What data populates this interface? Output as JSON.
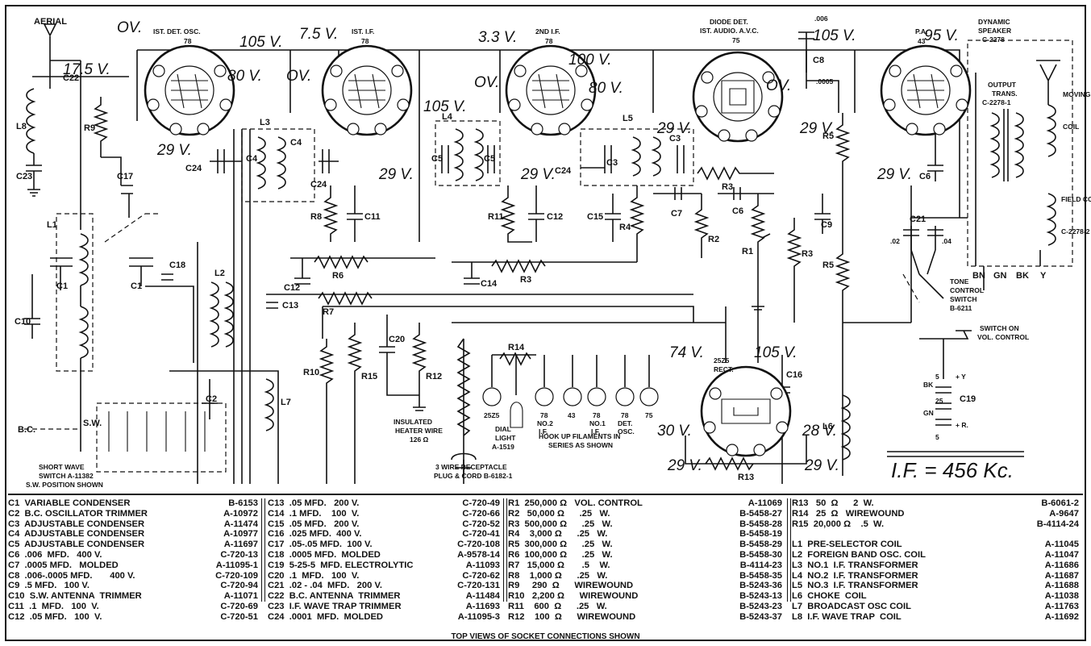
{
  "labels": {
    "aerial": "AERIAL",
    "c22": "C22",
    "l8": "L8",
    "c23": "C23",
    "r9": "R9",
    "c17": "C17",
    "l1": "L1",
    "c1a": "C1",
    "c1b": "C1",
    "c18": "C18",
    "c10": "C10",
    "l2": "L2",
    "c2": "C2",
    "l7": "L7",
    "c24a": "C24",
    "l3": "L3",
    "c4a": "C4",
    "c4b": "C4",
    "c24b": "C24",
    "r8": "R8",
    "c11": "C11",
    "c12": "C12",
    "c13": "C13",
    "r6": "R6",
    "r7": "R7",
    "r10": "R10",
    "r15": "R15",
    "c20": "C20",
    "r12": "R12",
    "l4": "L4",
    "c5a": "C5",
    "c5b": "C5",
    "r11": "R11",
    "c12b": "C12",
    "c14": "C14",
    "r3a": "R3",
    "l5": "L5",
    "c3a": "C3",
    "c3b": "C3",
    "c24c": "C24",
    "r3b": "R3",
    "c15": "C15",
    "r4": "R4",
    "c7": "C7",
    "r2": "R2",
    "c6": "C6",
    "r1": "R1",
    "c8": "C8",
    "c8v1": ".006",
    "c8v2": ".0005",
    "r5a": "R5",
    "c9": "C9",
    "r3c": "R3",
    "r5b": "R5",
    "c6b": "C6",
    "c21": "C21",
    "c21v1": ".02",
    "c21v2": ".04",
    "l6": "L6",
    "c16": "C16",
    "r13": "R13",
    "r14": "R14",
    "c19": "C19",
    "bc": "B.C.",
    "sw": "S.W.",
    "tube1": "IST. DET. OSC.",
    "tube1n": "78",
    "tube2": "IST. I.F.",
    "tube2n": "78",
    "tube3": "2ND I.F.",
    "tube3n": "78",
    "tube4a": "DIODE DET.",
    "tube4b": "IST. AUDIO. A.V.C.",
    "tube4n": "75",
    "tube5": "P.A.",
    "tube5n": "43",
    "rect": "25Z5",
    "rect2": "RECT.",
    "speaker1": "DYNAMIC",
    "speaker2": "SPEAKER",
    "speaker3": "C-2278",
    "otrans1": "OUTPUT",
    "otrans2": "TRANS.",
    "otrans3": "C-2278-1",
    "moving": "MOVING",
    "coil": "COIL",
    "field1": "FIELD COIL",
    "field2": "C-2278-2",
    "bn": "BN",
    "gn": "GN",
    "bk": "BK",
    "y": "Y",
    "tone1": "TONE",
    "tone2": "CONTROL",
    "tone3": "SWITCH",
    "tone4": "B-6211",
    "swon1": "SWITCH ON",
    "swon2": "VOL. CONTROL",
    "swsw1": "SHORT WAVE",
    "swsw2": "SWITCH A-11382",
    "swsw3": "S.W. POSITION SHOWN",
    "heat1": "INSULATED",
    "heat2": "HEATER WIRE",
    "heat3": "126 Ω",
    "rcpt1": "3 WIRE RECEPTACLE",
    "rcpt2": "PLUG & CORD B-6182-1",
    "dial1": "DIAL",
    "dial2": "LIGHT",
    "dial3": "A-1519",
    "hook1": "HOOK UP FILAMENTS IN",
    "hook2": "SERIES AS SHOWN",
    "fil1": "25Z5",
    "fil2a": "78",
    "fil2b": "NO.2",
    "fil2c": "I.F.",
    "fil3": "43",
    "fil4a": "78",
    "fil4b": "NO.1",
    "fil4c": "I.F.",
    "fil5a": "78",
    "fil5b": "DET.",
    "fil5c": "OSC.",
    "fil6": "75",
    "c19bk": "BK",
    "c19gn": "GN",
    "c19y": "+ Y",
    "c19r": "+ R.",
    "c19s1": "5",
    "c19s2": "25",
    "c19s3": "5",
    "if": "I.F. = 456 Kc."
  },
  "voltages": {
    "v_ov1": "OV.",
    "v_175": "17.5 V.",
    "v_105a": "105 V.",
    "v_80a": "80 V.",
    "v_29a": "29 V.",
    "v_75": "7.5 V.",
    "v_ov2": "OV.",
    "v_29b": "29 V.",
    "v_33": "3.3 V.",
    "v_105b": "105 V.",
    "v_ov3": "OV.",
    "v_100": "100 V.",
    "v_80b": "80 V.",
    "v_29c": "29 V.",
    "v_ov4": "OV.",
    "v_29d": "29 V.",
    "v_29e": "29 V.",
    "v_105c": "105 V.",
    "v_95": "95 V.",
    "v_29f": "29 V.",
    "v_74": "74 V.",
    "v_105d": "105 V.",
    "v_30": "30 V.",
    "v_28": "28 V.",
    "v_29g": "29 V.",
    "v_29h": "29 V."
  },
  "parts": {
    "col1": [
      "C1  VARIABLE CONDENSER",
      "C2  B.C. OSCILLATOR TRIMMER",
      "C3  ADJUSTABLE CONDENSER",
      "C4  ADJUSTABLE CONDENSER",
      "C5  ADJUSTABLE CONDENSER",
      "C6  .006  MFD.   400 V.",
      "C7  .0005 MFD.   MOLDED",
      "C8  .006-.0005 MFD.       400 V.",
      "C9  .5 MFD.   100 V.",
      "C10  S.W. ANTENNA  TRIMMER",
      "C11  .1  MFD.   100  V.",
      "C12  .05 MFD.   100  V."
    ],
    "col1n": [
      "B-6153",
      "A-10972",
      "A-11474",
      "A-10977",
      "A-11697",
      "C-720-13",
      "A-11095-1",
      "C-720-109",
      "C-720-94",
      "A-11071",
      "C-720-69",
      "C-720-51"
    ],
    "col2": [
      "C13  .05 MFD.   200 V.",
      "C14  .1 MFD.    100  V.",
      "C15  .05 MFD.   200 V.",
      "C16  .025 MFD.  400 V.",
      "C17  .05-.05 MFD.  100 V.",
      "C18  .0005 MFD.  MOLDED",
      "C19  5-25-5  MFD. ELECTROLYTIC",
      "C20  .1  MFD.   100  V.",
      "C21  .02 - .04  MFD.   200 V.",
      "C22  B.C. ANTENNA  TRIMMER",
      "C23  I.F. WAVE TRAP TRIMMER",
      "C24  .0001  MFD.  MOLDED"
    ],
    "col2n": [
      "C-720-49",
      "C-720-66",
      "C-720-52",
      "C-720-41",
      "C-720-108",
      "A-9578-14",
      "A-11093",
      "C-720-62",
      "C-720-131",
      "A-11484",
      "A-11693",
      "A-11095-3"
    ],
    "col3": [
      "R1  250,000 Ω   VOL. CONTROL",
      "R2   50,000 Ω      .25   W.",
      "R3  500,000 Ω      .25   W.",
      "R4    3,000 Ω      .25   W.",
      "R5  300,000 Ω      .25   W.",
      "R6  100,000 Ω      .25   W.",
      "R7   15,000 Ω       .5    W.",
      "R8    1,000 Ω      .25   W.",
      "R9     290  Ω      WIREWOUND",
      "R10   2,200 Ω      WIREWOUND",
      "R11    600  Ω      .25   W.",
      "R12    100  Ω      WIREWOUND"
    ],
    "col3n": [
      "A-11069",
      "B-5458-27",
      "B-5458-28",
      "B-5458-19",
      "B-5458-29",
      "B-5458-30",
      "B-4114-23",
      "B-5458-35",
      "B-5243-36",
      "B-5243-13",
      "B-5243-23",
      "B-5243-37"
    ],
    "col4": [
      "R13   50  Ω      2  W.",
      "R14   25  Ω   WIREWOUND",
      "R15  20,000 Ω    .5  W.",
      "",
      "L1  PRE-SELECTOR COIL",
      "L2  FOREIGN BAND OSC. COIL",
      "L3  NO.1  I.F. TRANSFORMER",
      "L4  NO.2  I.F. TRANSFORMER",
      "L5  NO.3  I.F. TRANSFORMER",
      "L6  CHOKE  COIL",
      "L7  BROADCAST OSC COIL",
      "L8  I.F. WAVE TRAP  COIL"
    ],
    "col4n": [
      "B-6061-2",
      "A-9647",
      "B-4114-24",
      "",
      "A-11045",
      "A-11047",
      "A-11686",
      "A-11687",
      "A-11688",
      "A-11038",
      "A-11763",
      "A-11692"
    ]
  },
  "footnote": "TOP VIEWS OF SOCKET CONNECTIONS SHOWN"
}
